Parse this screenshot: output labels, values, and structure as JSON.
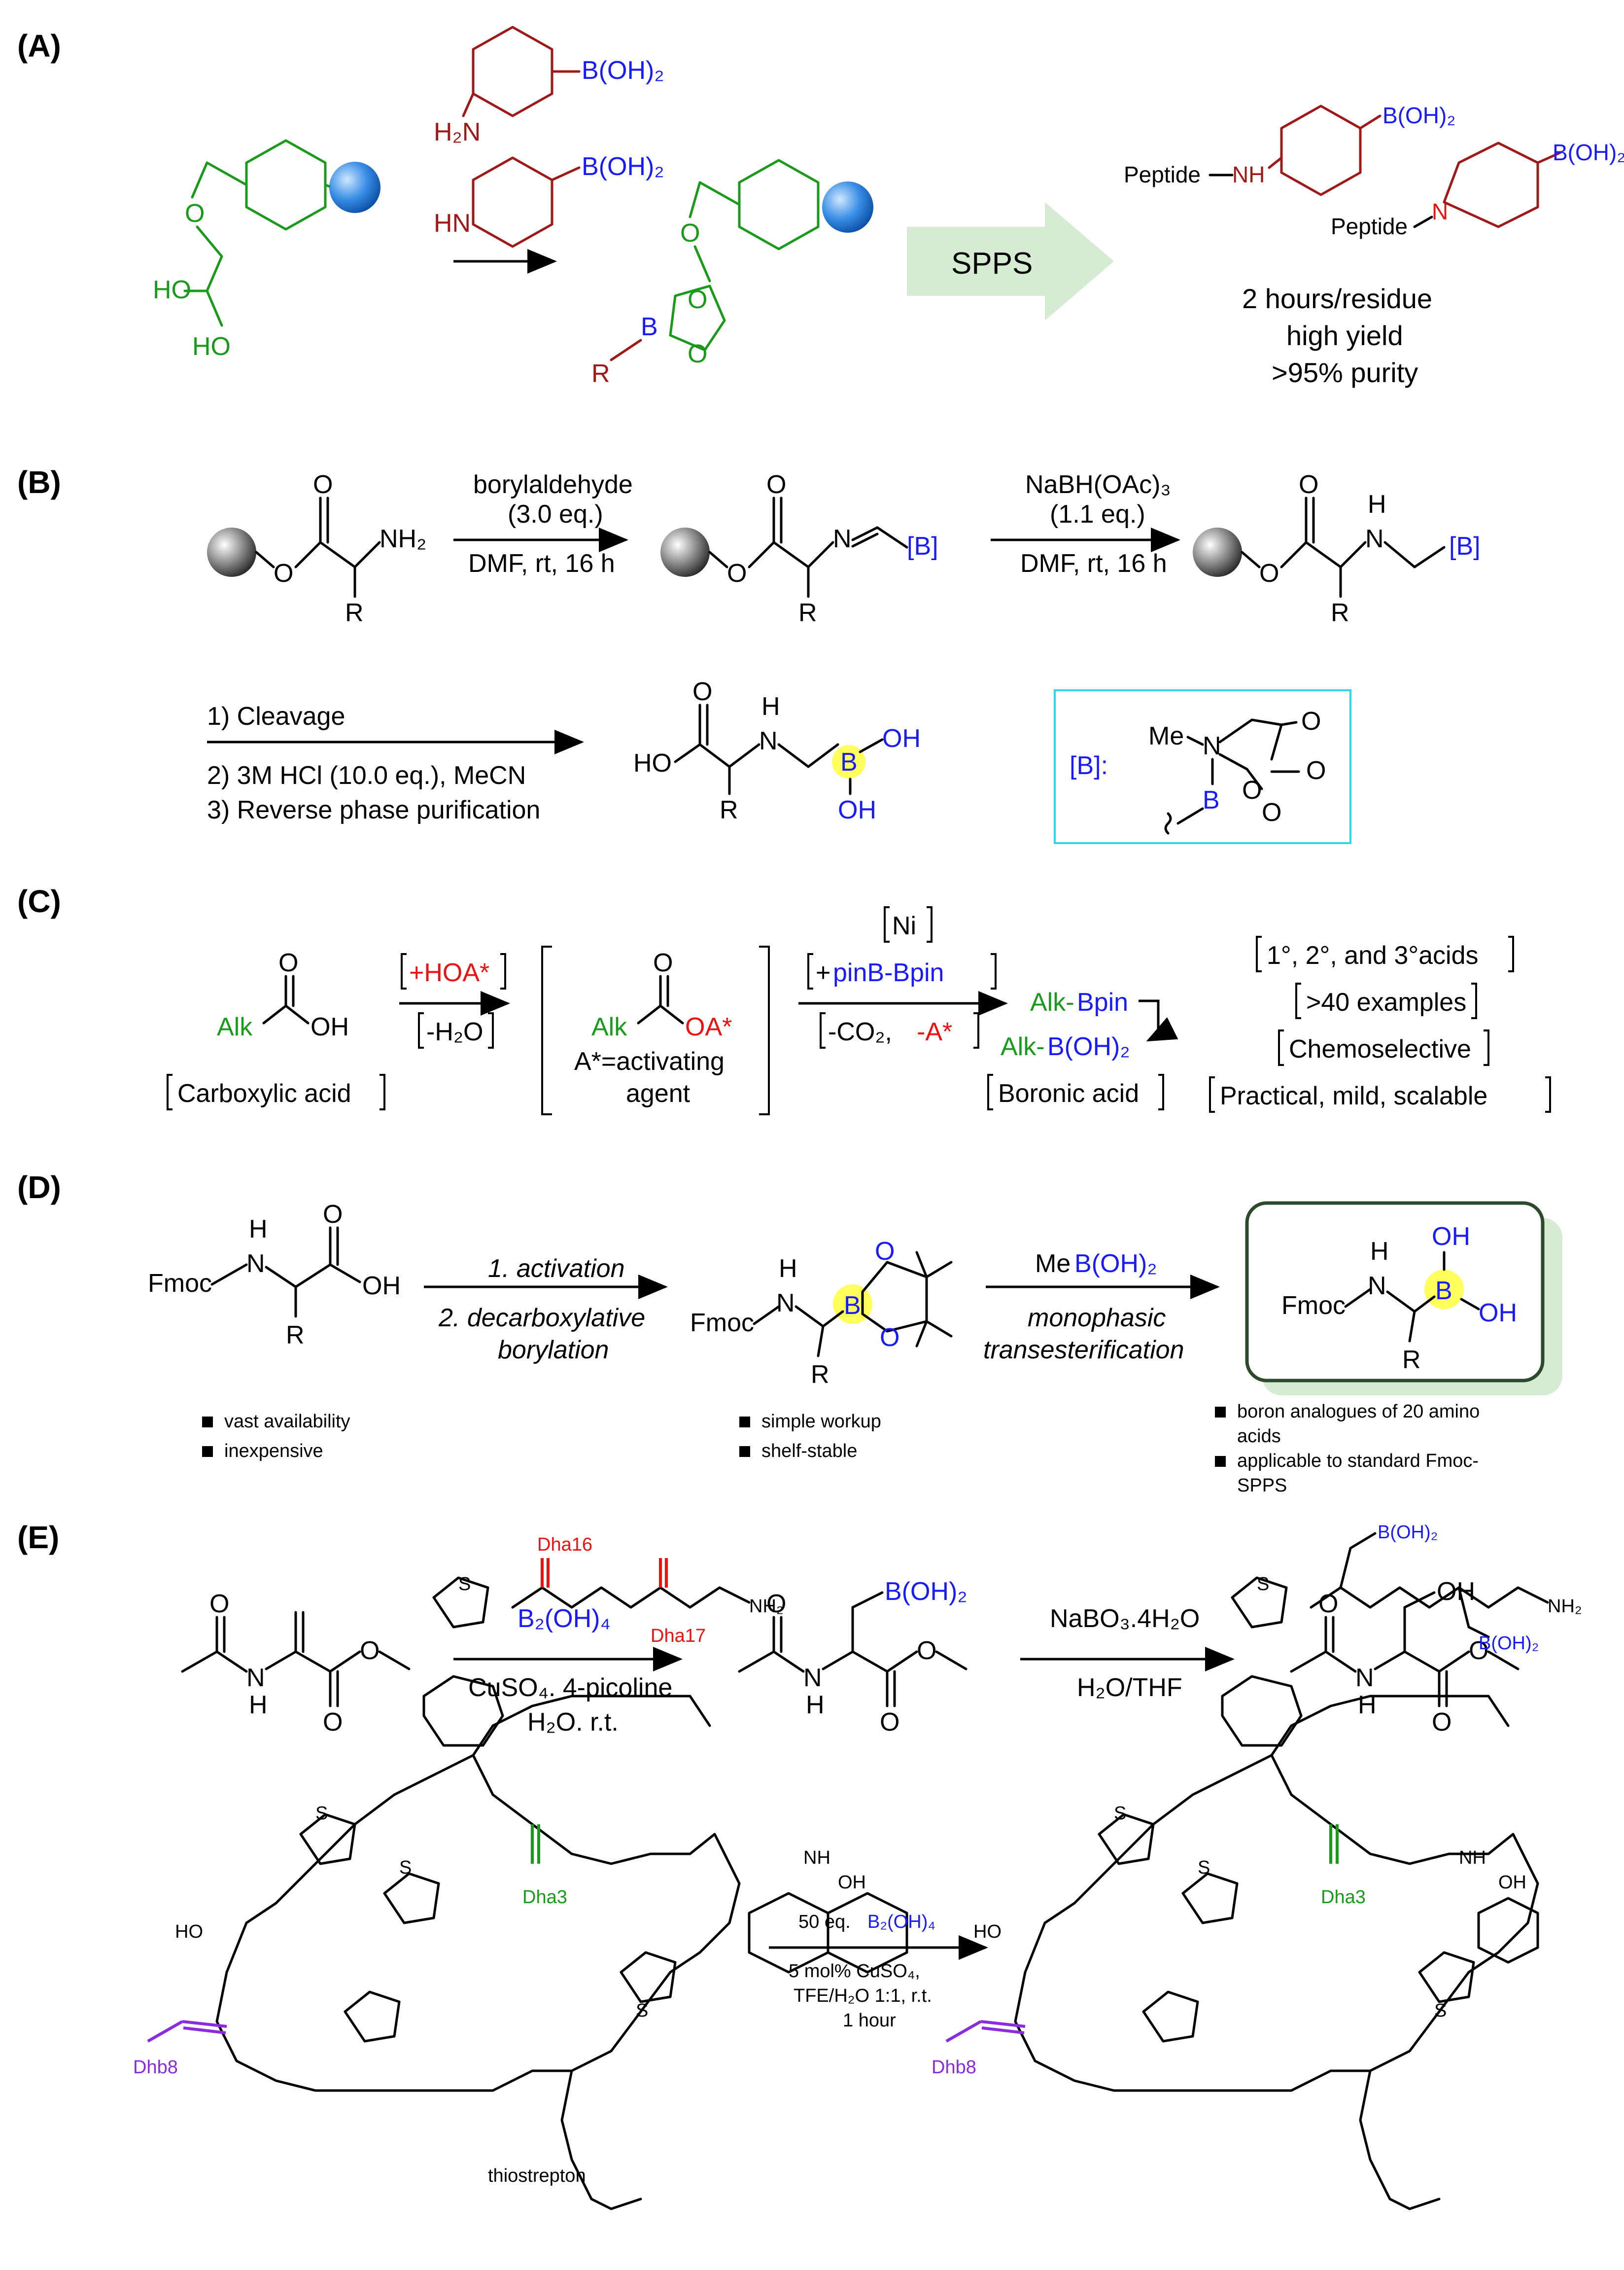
{
  "panels": {
    "A": {
      "label": "(A)",
      "reagent_top": "B(OH)₂",
      "reagent_top_amine": "H₂N",
      "reagent_mid": "B(OH)₂",
      "reagent_mid_amine": "HN",
      "resin_diol_ho1": "HO",
      "resin_diol_ho2": "HO",
      "boronate_R": "R",
      "boronate_B": "B",
      "boronate_O1": "O",
      "boronate_O2": "O",
      "resin_O": "O",
      "spps": "SPPS",
      "prod1_peptide": "Peptide",
      "prod1_nh": "NH",
      "prod1_boh": "B(OH)₂",
      "prod2_peptide": "Peptide",
      "prod2_n": "N",
      "prod2_boh": "B(OH)₂",
      "notes": [
        "2 hours/residue",
        "high yield",
        ">95% purity"
      ]
    },
    "B": {
      "label": "(B)",
      "step1_top": [
        "borylaldehyde",
        "(3.0 eq.)"
      ],
      "step1_bottom": "DMF, rt, 16 h",
      "step2_top": [
        "NaBH(OAc)₃",
        "(1.1 eq.)"
      ],
      "step2_bottom": "DMF, rt, 16 h",
      "nh2": "NH₂",
      "n_eq": "N",
      "h": "H",
      "n": "N",
      "b_tag": "[B]",
      "o": "O",
      "r": "R",
      "steps": [
        "1) Cleavage",
        "2) 3M HCl (10.0 eq.), MeCN",
        "3) Reverse phase purification"
      ],
      "final_ho": "HO",
      "final_oh1": "OH",
      "final_oh2": "OH",
      "final_b": "B",
      "mida_key": "[B]:",
      "mida_me": "Me",
      "mida_n": "N",
      "mida_b": "B",
      "mida_o": "O"
    },
    "C": {
      "label": "(C)",
      "alk": "Alk",
      "oh": "OH",
      "o": "O",
      "carboxylic": "Carboxylic acid",
      "plus_hoa": "+HOA*",
      "minus_h2o": "-H₂O",
      "oa": "OA*",
      "activating": [
        "A*=activating",
        "agent"
      ],
      "ni": "Ni",
      "pinb_plus": "+",
      "pinb": "pinB-Bpin",
      "minus_co2": "-CO₂,",
      "minus_a": "-A*",
      "alk_bpin_alk": "Alk-",
      "alk_bpin_b": "Bpin",
      "alk_boh_alk": "Alk-",
      "alk_boh_b": "B(OH)₂",
      "boronic": "Boronic acid",
      "features": [
        "1°, 2°, and 3°acids",
        ">40 examples",
        "Chemoselective",
        "Practical, mild, scalable"
      ]
    },
    "D": {
      "label": "(D)",
      "fmoc": "Fmoc",
      "h": "H",
      "n": "N",
      "oh": "OH",
      "o": "O",
      "r": "R",
      "b": "B",
      "step1": "1. activation",
      "step2": [
        "2. decarboxylative",
        "borylation"
      ],
      "reagent3_me": "Me",
      "reagent3_b": "B(OH)₂",
      "step3": [
        "monophasic",
        "transesterification"
      ],
      "bullets_left": [
        "vast availability",
        "inexpensive"
      ],
      "bullets_mid": [
        "simple workup",
        "shelf-stable"
      ],
      "bullets_right": [
        "boron analogues of 20 amino",
        "acids",
        "applicable to standard Fmoc-",
        "SPPS"
      ]
    },
    "E": {
      "label": "(E)",
      "reagent1": "B₂(OH)₄",
      "cond1": [
        "CuSO₄. 4-picoline",
        "H₂O. r.t."
      ],
      "reagent2": "NaBO₃.4H₂O",
      "cond2": "H₂O/THF",
      "prod_boh": "B(OH)₂",
      "prod_oh": "OH",
      "o": "O",
      "n": "N",
      "h": "H",
      "dha16": "Dha16",
      "dha17": "Dha17",
      "dha3": "Dha3",
      "dhb8": "Dhb8",
      "thiostrepton": "thiostrepton",
      "cond_macro": [
        "50 eq. ",
        "B₂(OH)₄",
        "5 mol% CuSO₄,",
        "TFE/H₂O 1:1, r.t.",
        "1 hour"
      ],
      "macro_boh1": "B(OH)₂",
      "macro_boh2": "B(OH)₂",
      "nh2": "NH₂",
      "ho": "HO",
      "oh": "OH",
      "nh": "NH",
      "s": "S"
    }
  },
  "colors": {
    "boron": "#1a1aff",
    "red": "#ee1111",
    "green": "#1a9a1a",
    "dark_red": "#a01818",
    "purple": "#8a2be2",
    "highlight": "#ffff33",
    "mida_box": "#33d6e6",
    "result_box": "#2e4a2e",
    "arrow_fill": "#d6ecd2"
  }
}
